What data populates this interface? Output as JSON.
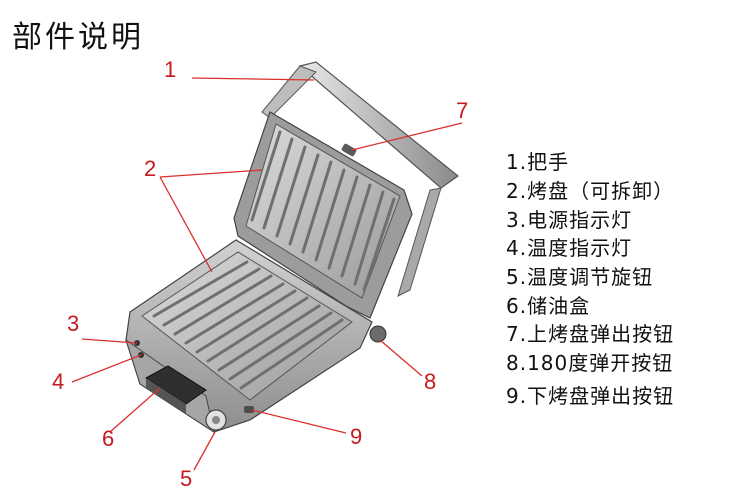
{
  "title": "部件说明",
  "callouts": [
    "1",
    "2",
    "3",
    "4",
    "5",
    "6",
    "7",
    "8",
    "9"
  ],
  "legend": [
    "1.把手",
    "2.烤盘（可拆卸）",
    "3.电源指示灯",
    "4.温度指示灯",
    "5.温度调节旋钮",
    "6.储油盒",
    "7.上烤盘弹出按钮",
    "8.180度弹开按钮",
    "9.下烤盘弹出按钮"
  ],
  "colors": {
    "callout": "#c8191d",
    "leader": "#d9302c",
    "metal": "#b8b8b8"
  }
}
